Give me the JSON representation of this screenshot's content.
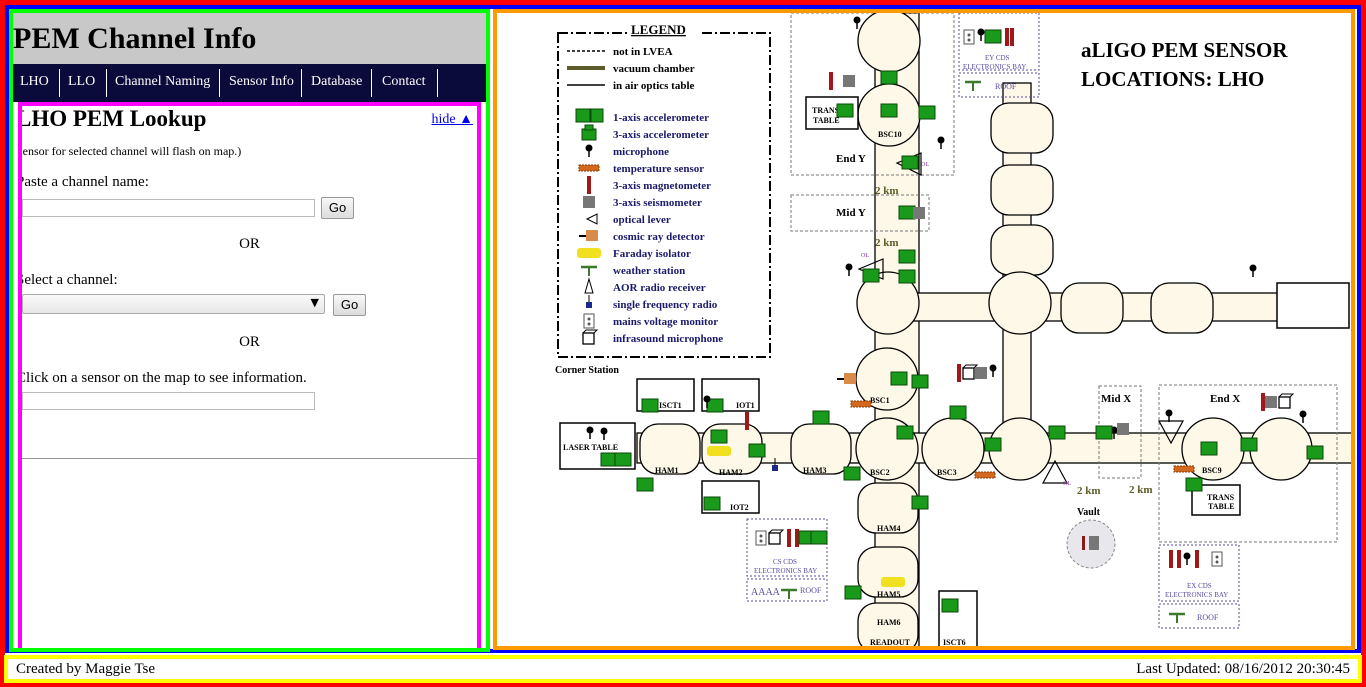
{
  "site": {
    "title": "PEM Channel Info",
    "nav": [
      "LHO",
      "LLO",
      "Channel Naming",
      "Sensor Info",
      "Database",
      "Contact"
    ]
  },
  "lookup": {
    "title": "LHO PEM Lookup",
    "hide_link": "hide ▲",
    "hint": "Sensor for selected channel will flash on map.)",
    "paste_label": "Paste a channel name:",
    "go_label": "Go",
    "or_label": "OR",
    "select_label": "Select a channel:",
    "select_value": "",
    "click_label": "Click on a sensor on the map to see information.",
    "info_value": ""
  },
  "map": {
    "title_line1": "aLIGO PEM SENSOR",
    "title_line2": "LOCATIONS: LHO",
    "legend_title": "LEGEND",
    "legend_lines": [
      "not in LVEA",
      "vacuum chamber",
      "in air optics table"
    ],
    "legend_items": [
      {
        "label": "1-axis accelerometer",
        "icon": "accel1-icon"
      },
      {
        "label": "3-axis accelerometer",
        "icon": "accel3-icon"
      },
      {
        "label": "microphone",
        "icon": "microphone-icon"
      },
      {
        "label": "temperature sensor",
        "icon": "temperature-icon"
      },
      {
        "label": "3-axis magnetometer",
        "icon": "magnetometer-icon"
      },
      {
        "label": "3-axis seismometer",
        "icon": "seismometer-icon"
      },
      {
        "label": "optical lever",
        "icon": "optical-lever-icon"
      },
      {
        "label": "cosmic ray detector",
        "icon": "cosmic-ray-icon"
      },
      {
        "label": "Faraday isolator",
        "icon": "faraday-icon"
      },
      {
        "label": "weather station",
        "icon": "weather-station-icon"
      },
      {
        "label": "AOR radio receiver",
        "icon": "radio-receiver-icon"
      },
      {
        "label": "single frequency radio",
        "icon": "radio-icon"
      },
      {
        "label": "mains voltage monitor",
        "icon": "mains-monitor-icon"
      },
      {
        "label": "infrasound microphone",
        "icon": "infrasound-icon"
      }
    ],
    "corner_station": "Corner Station",
    "labels": {
      "ey_cds": "EY CDS",
      "electronics_bay": "ELECTRONICS BAY",
      "roof": "ROOF",
      "trans_table": "TRANS",
      "trans_table2": "TABLE",
      "end_y": "End Y",
      "mid_y": "Mid Y",
      "mid_x": "Mid X",
      "end_x": "End X",
      "two_km": "2 km",
      "ol": "OL",
      "bsc10": "BSC10",
      "bsc1": "BSC1",
      "bsc2": "BSC2",
      "bsc3": "BSC3",
      "bsc9": "BSC9",
      "ham1": "HAM1",
      "ham2": "HAM2",
      "ham3": "HAM3",
      "ham4": "HAM4",
      "ham5": "HAM5",
      "ham6": "HAM6",
      "readout": "READOUT",
      "isct1": "ISCT1",
      "iot1": "IOT1",
      "iot2": "IOT2",
      "isct6": "ISCT6",
      "laser_table": "LASER TABLE",
      "cs_cds": "CS CDS",
      "ex_cds": "EX CDS",
      "vault": "Vault",
      "aaaa": "AAAA"
    }
  },
  "footer": {
    "left": "Created by Maggie Tse",
    "right": "Last Updated: 08/16/2012 20:30:45"
  },
  "colors": {
    "nav_bg": "#0b0b3b",
    "header_bg": "#c8c8c8",
    "chamber_fill": "#fdf8e8",
    "sensor_green": "#1a9a1a",
    "roof_purple": "#5a4aa0"
  }
}
